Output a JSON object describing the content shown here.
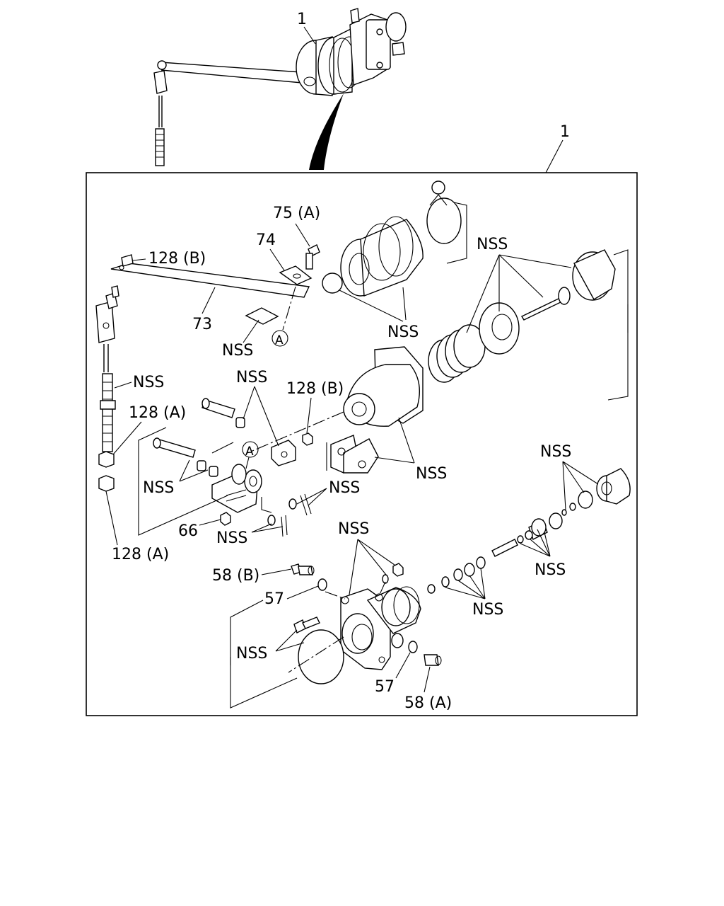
{
  "labels": {
    "assembly_top": "1",
    "assembly_box": "1",
    "p75a": "75 (A)",
    "p74": "74",
    "p128b_top": "128 (B)",
    "p73": "73",
    "nss_plate": "NSS",
    "ref_a_1": "A",
    "nss_front_boot": "NSS",
    "nss_spring_group": "NSS",
    "nss_rod_end": "NSS",
    "p128a_upper": "128 (A)",
    "p128b_mid": "128 (B)",
    "nss_pins_upper": "NSS",
    "ref_a_2": "A",
    "nss_pins_left": "NSS",
    "nss_housing": "NSS",
    "nss_clip_right": "NSS",
    "p66": "66",
    "nss_clip_lower": "NSS",
    "p128a_lower": "128 (A)",
    "nss_right_boot": "NSS",
    "nss_valve_upper": "NSS",
    "nss_top_nut": "NSS",
    "p58b": "58 (B)",
    "p57_left": "57",
    "nss_valve_lower": "NSS",
    "nss_cover": "NSS",
    "p57_bottom": "57",
    "p58a": "58 (A)"
  }
}
